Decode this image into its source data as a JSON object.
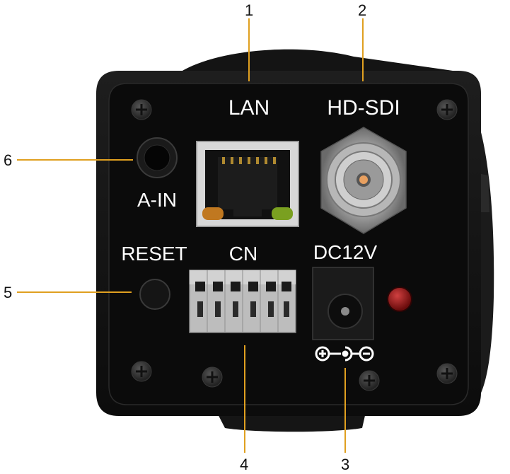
{
  "panel_labels": {
    "lan": "LAN",
    "hdsdi": "HD-SDI",
    "ain": "A-IN",
    "reset": "RESET",
    "cn": "CN",
    "dc": "DC12V"
  },
  "callouts": [
    {
      "id": "1",
      "label": "1"
    },
    {
      "id": "2",
      "label": "2"
    },
    {
      "id": "3",
      "label": "3"
    },
    {
      "id": "4",
      "label": "4"
    },
    {
      "id": "5",
      "label": "5"
    },
    {
      "id": "6",
      "label": "6"
    }
  ],
  "colors": {
    "leader_line": "#e0a020",
    "body": "#141414",
    "panel": "#0b0b0b",
    "text": "#ffffff",
    "led_left": "#c07820",
    "led_right": "#7aa020",
    "power_led": "#a01818",
    "sdi_pin": "#e8a060"
  },
  "icons": [
    "screw-icon",
    "dc-polarity-icon"
  ]
}
